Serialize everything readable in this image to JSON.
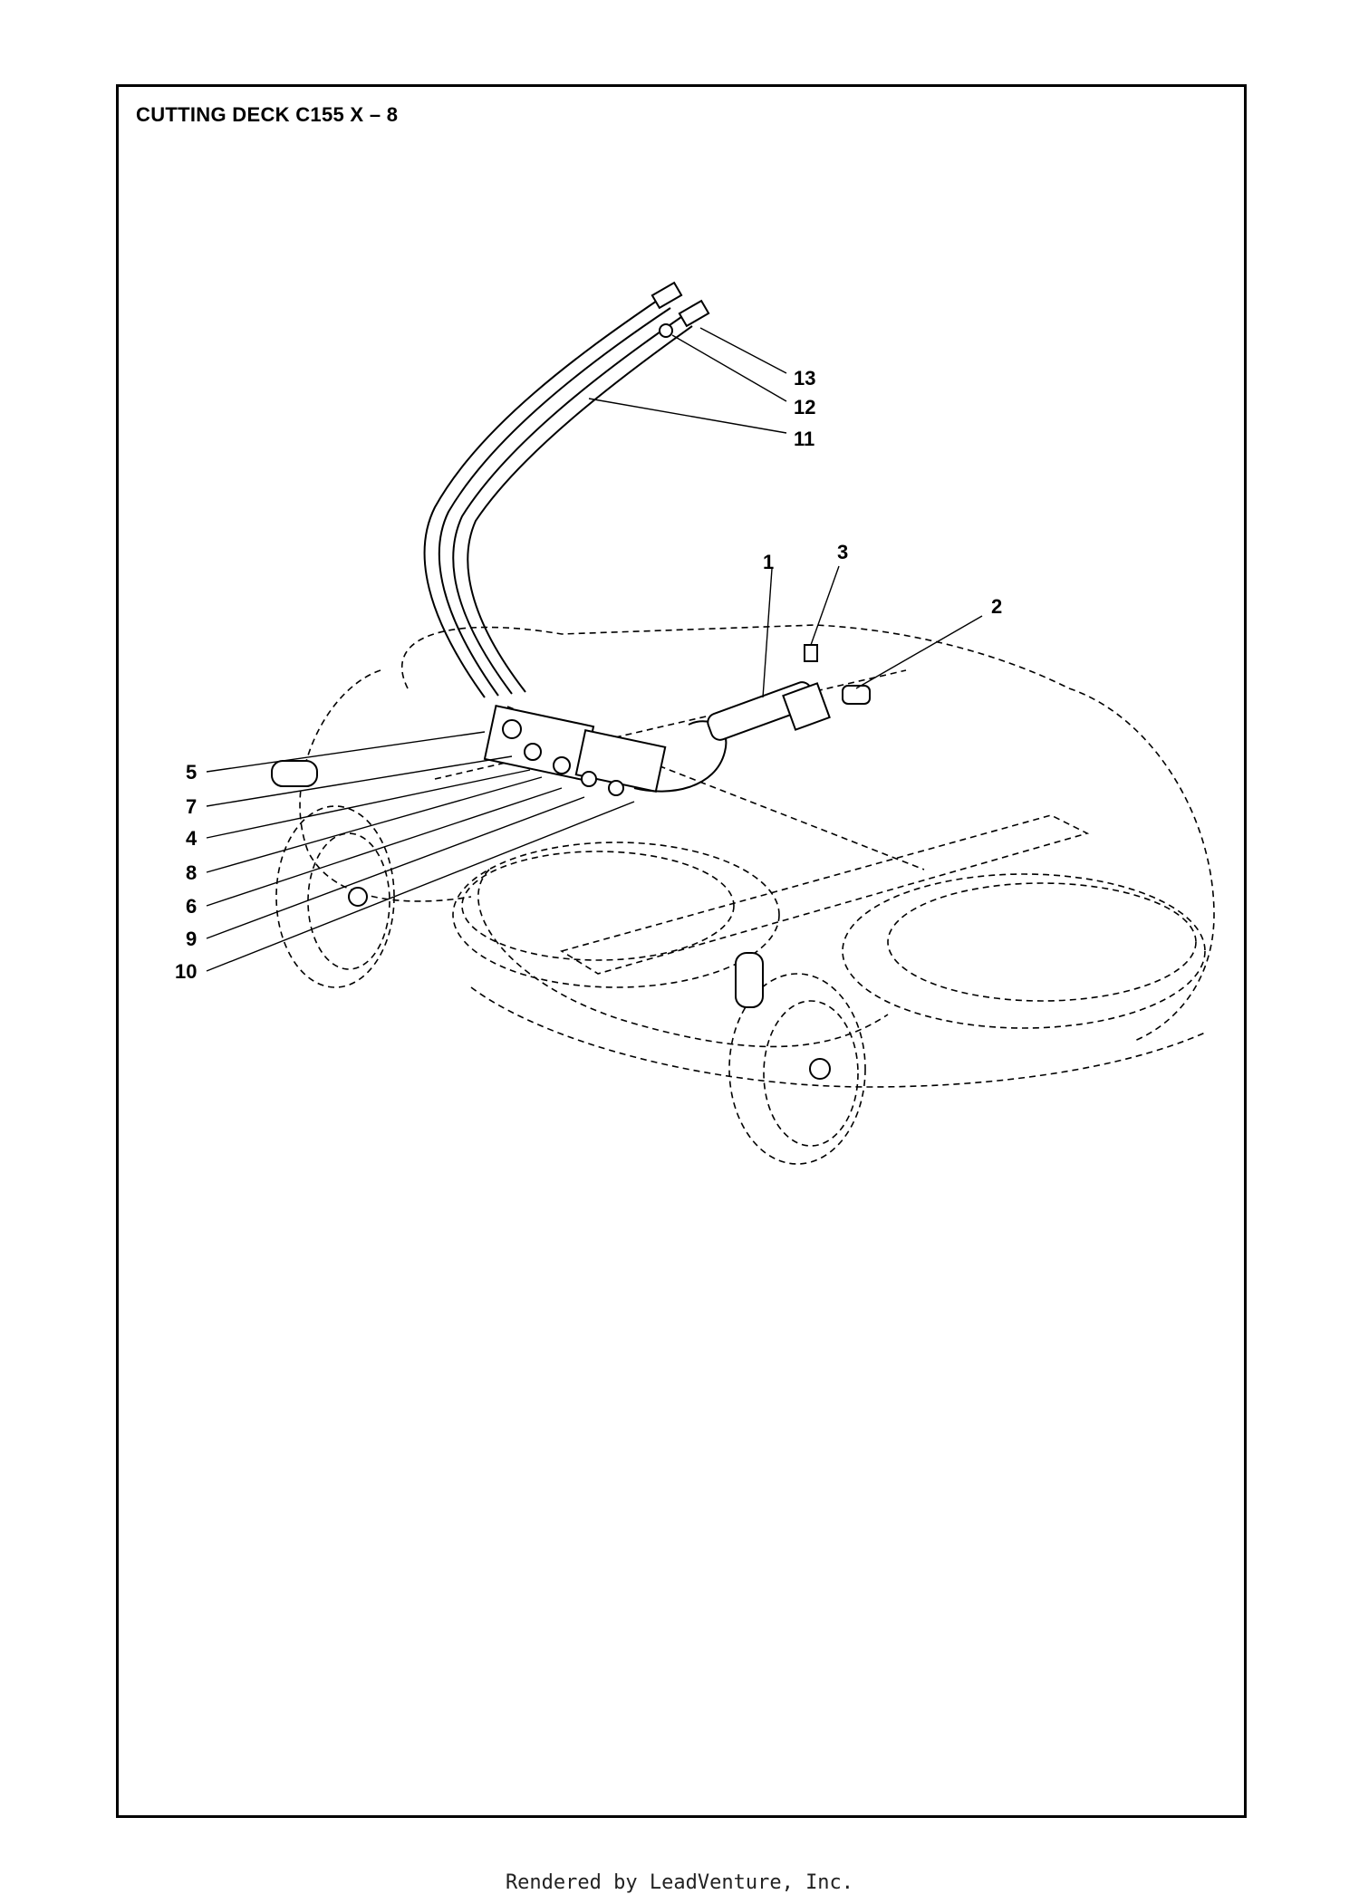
{
  "diagram": {
    "title": "CUTTING DECK C155 X – 8",
    "callouts": [
      {
        "id": "c1",
        "label": "1"
      },
      {
        "id": "c2",
        "label": "2"
      },
      {
        "id": "c3",
        "label": "3"
      },
      {
        "id": "c4",
        "label": "4"
      },
      {
        "id": "c5",
        "label": "5"
      },
      {
        "id": "c6",
        "label": "6"
      },
      {
        "id": "c7",
        "label": "7"
      },
      {
        "id": "c8",
        "label": "8"
      },
      {
        "id": "c9",
        "label": "9"
      },
      {
        "id": "c10",
        "label": "10"
      },
      {
        "id": "c11",
        "label": "11"
      },
      {
        "id": "c12",
        "label": "12"
      },
      {
        "id": "c13",
        "label": "13"
      }
    ]
  },
  "footer": {
    "text": "Rendered by LeadVenture, Inc."
  }
}
